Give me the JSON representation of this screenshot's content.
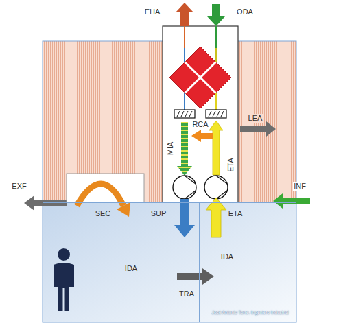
{
  "diagram": {
    "nodes": [
      {
        "text": [
          "IDA"
        ]
      },
      {
        "text": [
          "IDA"
        ]
      }
    ],
    "edges": [
      {
        "from": 0,
        "to": 1,
        "arrow": "to",
        "label": "TRA"
      }
    ],
    "labels": [
      "EHA",
      "ODA",
      "LEA",
      "RCA",
      "MIA",
      "ETA",
      "EXF",
      "INF",
      "SEC",
      "SUP",
      "ETA",
      "José Antonio Torre. Ingeniero Industrial"
    ]
  }
}
